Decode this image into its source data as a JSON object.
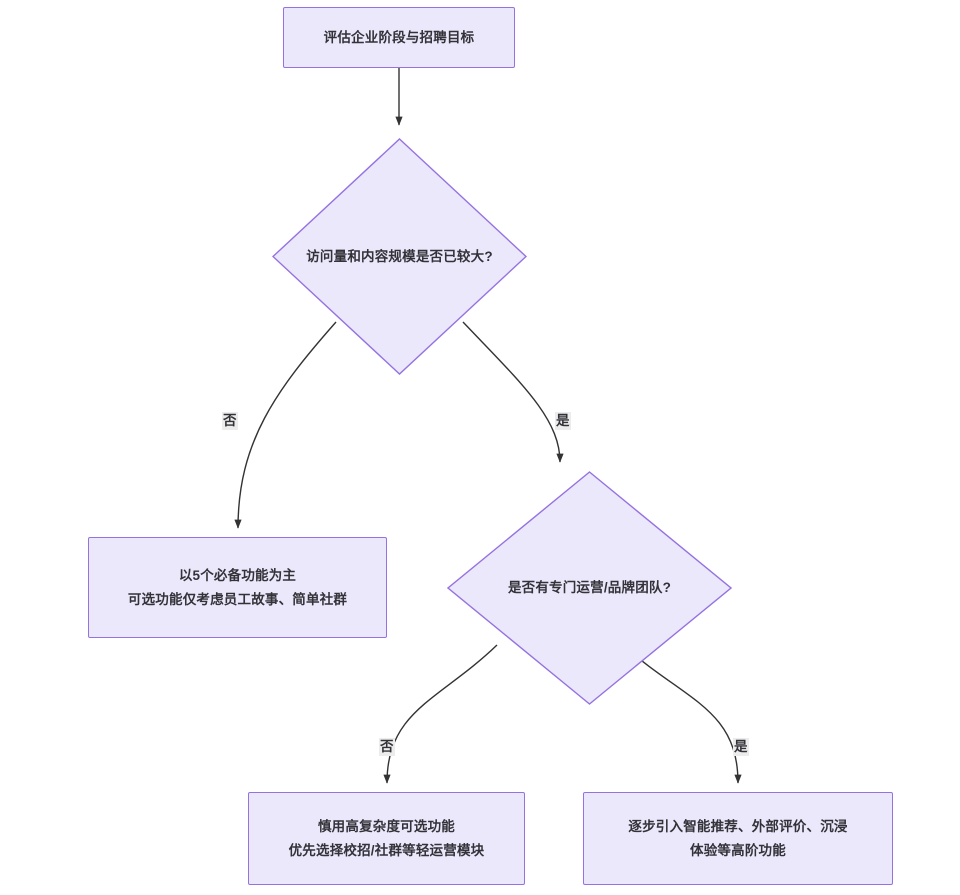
{
  "diagram": {
    "type": "flowchart",
    "direction": "top-down",
    "theme": {
      "node_fill": "#ebe8fb",
      "node_stroke": "#9672e0",
      "text_color": "#333238",
      "edge_stroke": "#333333",
      "label_background": "#ececec",
      "canvas_background": "#ffffff"
    },
    "nodes": [
      {
        "id": "start",
        "shape": "rect",
        "text": "评估企业阶段与招聘目标"
      },
      {
        "id": "decision1",
        "shape": "diamond",
        "text": "访问量和内容规模是否已较大?"
      },
      {
        "id": "result_small",
        "shape": "rect",
        "text": "以5个必备功能为主\n可选功能仅考虑员工故事、简单社群"
      },
      {
        "id": "decision2",
        "shape": "diamond",
        "text": "是否有专门运营/品牌团队?"
      },
      {
        "id": "result_no_team",
        "shape": "rect",
        "text": "慎用高复杂度可选功能\n优先选择校招/社群等轻运营模块"
      },
      {
        "id": "result_has_team",
        "shape": "rect",
        "text": "逐步引入智能推荐、外部评价、沉浸\n体验等高阶功能"
      }
    ],
    "edges": [
      {
        "id": "e1",
        "from": "start",
        "to": "decision1",
        "label": ""
      },
      {
        "id": "e2",
        "from": "decision1",
        "to": "result_small",
        "label": "否"
      },
      {
        "id": "e3",
        "from": "decision1",
        "to": "decision2",
        "label": "是"
      },
      {
        "id": "e4",
        "from": "decision2",
        "to": "result_no_team",
        "label": "否"
      },
      {
        "id": "e5",
        "from": "decision2",
        "to": "result_has_team",
        "label": "是"
      }
    ]
  }
}
